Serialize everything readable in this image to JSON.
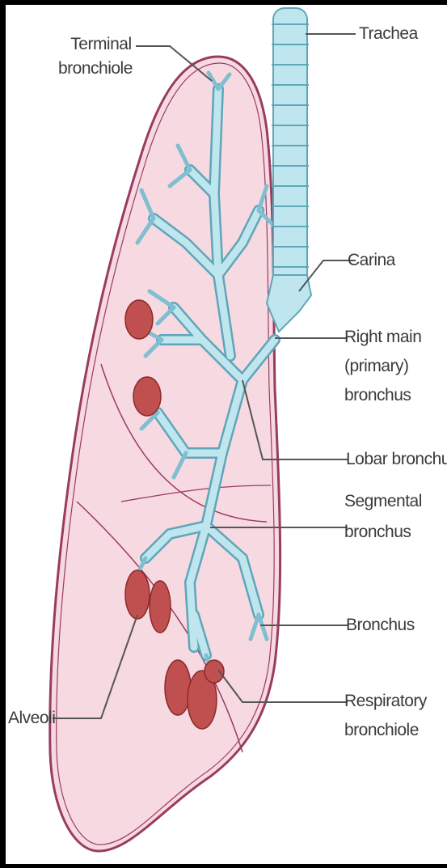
{
  "labels": {
    "terminal_bronchiole": [
      "Terminal",
      "bronchiole"
    ],
    "trachea": "Trachea",
    "carina": "Carina",
    "right_main_bronchus": [
      "Right main",
      "(primary)",
      "bronchus"
    ],
    "lobar_bronchus": "Lobar bronchus",
    "segmental_bronchus": [
      "Segmental",
      "bronchus"
    ],
    "bronchus": "Bronchus",
    "alveoli": "Alveoli",
    "respiratory_bronchiole": [
      "Respiratory",
      "bronchiole"
    ]
  },
  "colors": {
    "lung_fill": "#f7d9e2",
    "lung_outline": "#9a3b62",
    "airway_fill": "#bfe6ee",
    "airway_outline": "#5fa6b9",
    "alveoli_fill": "#c0504f",
    "leader_line": "#555555"
  }
}
